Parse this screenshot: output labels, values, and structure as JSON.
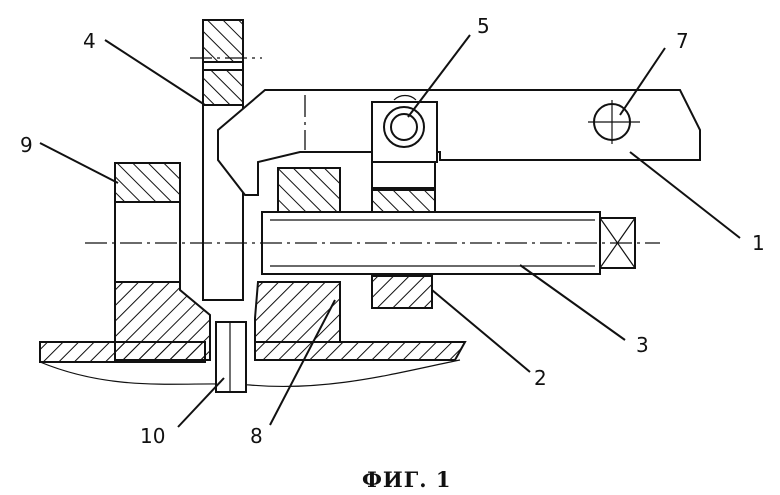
{
  "figure": {
    "caption": "ФИГ. 1",
    "labels": {
      "l1": "1",
      "l2": "2",
      "l3": "3",
      "l4": "4",
      "l5": "5",
      "l7": "7",
      "l8": "8",
      "l9": "9",
      "l10": "10"
    }
  }
}
